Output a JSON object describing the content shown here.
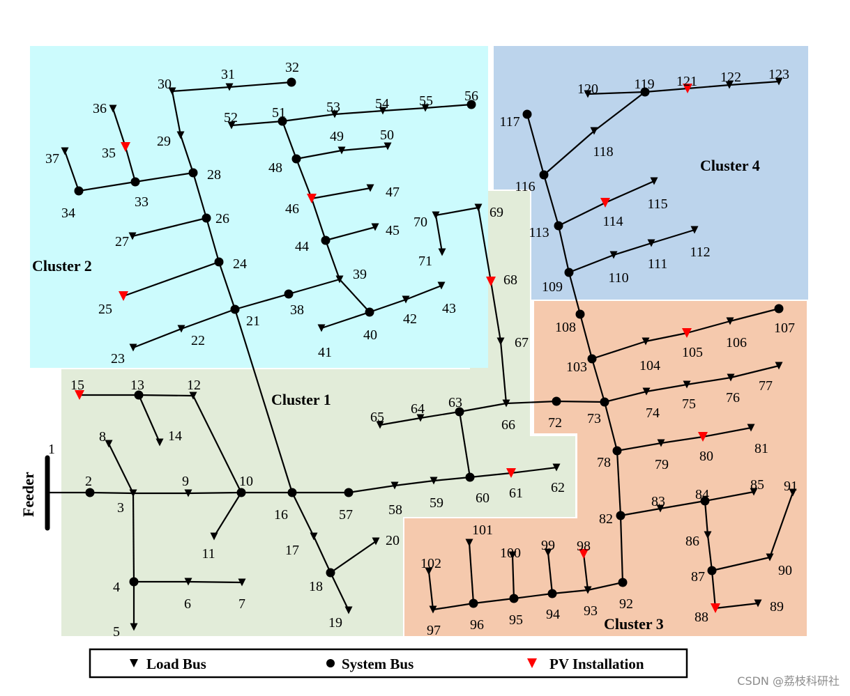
{
  "feeder_label": "Feeder",
  "clusters": [
    {
      "id": "c1",
      "label": "Cluster 1",
      "color": "#e2ecd9"
    },
    {
      "id": "c2",
      "label": "Cluster 2",
      "color": "#ccfbfd"
    },
    {
      "id": "c3",
      "label": "Cluster 3",
      "color": "#f5c9ad"
    },
    {
      "id": "c4",
      "label": "Cluster 4",
      "color": "#bcd4ec"
    }
  ],
  "legend": {
    "load_bus": "Load Bus",
    "system_bus": "System Bus",
    "pv_installation": "PV Installation"
  },
  "colors": {
    "pv": "#ff0000",
    "line": "#000000",
    "bus": "#000000"
  },
  "watermark": "CSDN @荔枝科研社",
  "bus_types": {
    "system": [
      2,
      4,
      10,
      13,
      16,
      18,
      21,
      24,
      26,
      28,
      33,
      34,
      38,
      40,
      44,
      48,
      51,
      56,
      57,
      60,
      63,
      72,
      73,
      78,
      82,
      84,
      87,
      92,
      94,
      95,
      96,
      103,
      107,
      108,
      109,
      113,
      116,
      117,
      119,
      32
    ],
    "pv": [
      15,
      25,
      35,
      46,
      61,
      68,
      80,
      88,
      98,
      105,
      114,
      121
    ],
    "load": [
      1,
      3,
      5,
      6,
      7,
      8,
      9,
      11,
      12,
      14,
      17,
      19,
      20,
      22,
      23,
      27,
      29,
      30,
      31,
      36,
      37,
      39,
      41,
      42,
      43,
      45,
      47,
      49,
      50,
      52,
      53,
      54,
      55,
      58,
      59,
      62,
      64,
      65,
      66,
      67,
      69,
      70,
      71,
      74,
      75,
      76,
      77,
      79,
      81,
      83,
      85,
      86,
      89,
      90,
      91,
      93,
      97,
      99,
      100,
      101,
      102,
      104,
      106,
      110,
      111,
      112,
      115,
      118,
      120,
      122,
      123
    ]
  },
  "edges": [
    [
      1,
      2
    ],
    [
      2,
      3
    ],
    [
      3,
      9
    ],
    [
      9,
      10
    ],
    [
      10,
      16
    ],
    [
      16,
      57
    ],
    [
      57,
      58
    ],
    [
      58,
      59
    ],
    [
      59,
      60
    ],
    [
      60,
      61
    ],
    [
      61,
      62
    ],
    [
      3,
      8
    ],
    [
      3,
      4
    ],
    [
      4,
      5
    ],
    [
      4,
      6
    ],
    [
      6,
      7
    ],
    [
      10,
      11
    ],
    [
      10,
      12
    ],
    [
      12,
      13
    ],
    [
      13,
      15
    ],
    [
      13,
      14
    ],
    [
      16,
      17
    ],
    [
      17,
      18
    ],
    [
      18,
      19
    ],
    [
      18,
      20
    ],
    [
      16,
      21
    ],
    [
      21,
      22
    ],
    [
      22,
      23
    ],
    [
      21,
      24
    ],
    [
      24,
      25
    ],
    [
      24,
      26
    ],
    [
      26,
      27
    ],
    [
      26,
      28
    ],
    [
      28,
      33
    ],
    [
      33,
      34
    ],
    [
      34,
      37
    ],
    [
      33,
      35
    ],
    [
      35,
      36
    ],
    [
      28,
      29
    ],
    [
      29,
      30
    ],
    [
      30,
      31
    ],
    [
      31,
      32
    ],
    [
      21,
      38
    ],
    [
      38,
      39
    ],
    [
      39,
      40
    ],
    [
      40,
      41
    ],
    [
      40,
      42
    ],
    [
      42,
      43
    ],
    [
      39,
      44
    ],
    [
      44,
      45
    ],
    [
      44,
      46
    ],
    [
      46,
      47
    ],
    [
      46,
      48
    ],
    [
      48,
      49
    ],
    [
      49,
      50
    ],
    [
      48,
      51
    ],
    [
      51,
      52
    ],
    [
      51,
      53
    ],
    [
      53,
      54
    ],
    [
      54,
      55
    ],
    [
      55,
      56
    ],
    [
      60,
      63
    ],
    [
      63,
      64
    ],
    [
      64,
      65
    ],
    [
      63,
      66
    ],
    [
      66,
      67
    ],
    [
      67,
      68
    ],
    [
      68,
      69
    ],
    [
      69,
      70
    ],
    [
      70,
      71
    ],
    [
      66,
      72
    ],
    [
      72,
      73
    ],
    [
      73,
      74
    ],
    [
      74,
      75
    ],
    [
      75,
      76
    ],
    [
      76,
      77
    ],
    [
      73,
      78
    ],
    [
      78,
      79
    ],
    [
      79,
      80
    ],
    [
      80,
      81
    ],
    [
      78,
      82
    ],
    [
      82,
      83
    ],
    [
      83,
      84
    ],
    [
      84,
      85
    ],
    [
      84,
      86
    ],
    [
      86,
      87
    ],
    [
      87,
      88
    ],
    [
      88,
      89
    ],
    [
      87,
      90
    ],
    [
      90,
      91
    ],
    [
      82,
      92
    ],
    [
      92,
      93
    ],
    [
      93,
      94
    ],
    [
      94,
      95
    ],
    [
      95,
      96
    ],
    [
      96,
      97
    ],
    [
      97,
      102
    ],
    [
      96,
      101
    ],
    [
      95,
      100
    ],
    [
      94,
      99
    ],
    [
      93,
      98
    ],
    [
      73,
      103
    ],
    [
      103,
      104
    ],
    [
      104,
      105
    ],
    [
      105,
      106
    ],
    [
      106,
      107
    ],
    [
      103,
      108
    ],
    [
      108,
      109
    ],
    [
      109,
      110
    ],
    [
      110,
      111
    ],
    [
      111,
      112
    ],
    [
      109,
      113
    ],
    [
      113,
      114
    ],
    [
      114,
      115
    ],
    [
      113,
      116
    ],
    [
      116,
      117
    ],
    [
      116,
      118
    ],
    [
      118,
      119
    ],
    [
      119,
      120
    ],
    [
      119,
      121
    ],
    [
      121,
      122
    ],
    [
      122,
      123
    ]
  ]
}
